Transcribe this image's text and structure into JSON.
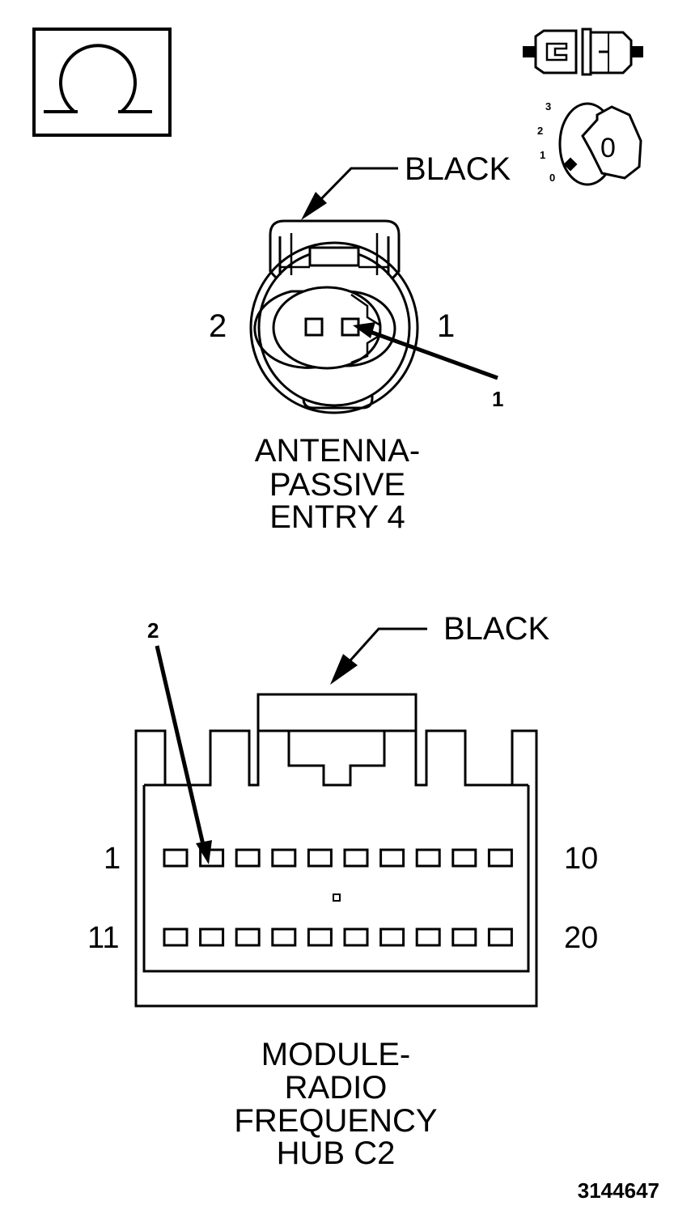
{
  "header": {
    "ohm_symbol": "Ω",
    "ohm_icon": "ohm-meter-icon",
    "connector_icon": "disconnected-connector-icon",
    "ignition_icon": "ignition-key-off-icon",
    "ignition_positions": [
      "3",
      "2",
      "1",
      "0"
    ],
    "ignition_key_label": "0"
  },
  "antenna_connector": {
    "color_label": "BLACK",
    "pin_left_label": "2",
    "pin_right_label": "1",
    "callout_label": "1",
    "title_lines": [
      "ANTENNA-",
      "PASSIVE",
      "ENTRY 4"
    ]
  },
  "rf_hub_connector": {
    "color_label": "BLACK",
    "callout_label": "2",
    "row1_start": "1",
    "row1_end": "10",
    "row2_start": "11",
    "row2_end": "20",
    "pins_per_row": 10,
    "title_lines": [
      "MODULE-",
      "RADIO",
      "FREQUENCY",
      "HUB C2"
    ]
  },
  "figure_number": "3144647",
  "colors": {
    "ink": "#000000",
    "paper": "#ffffff"
  }
}
